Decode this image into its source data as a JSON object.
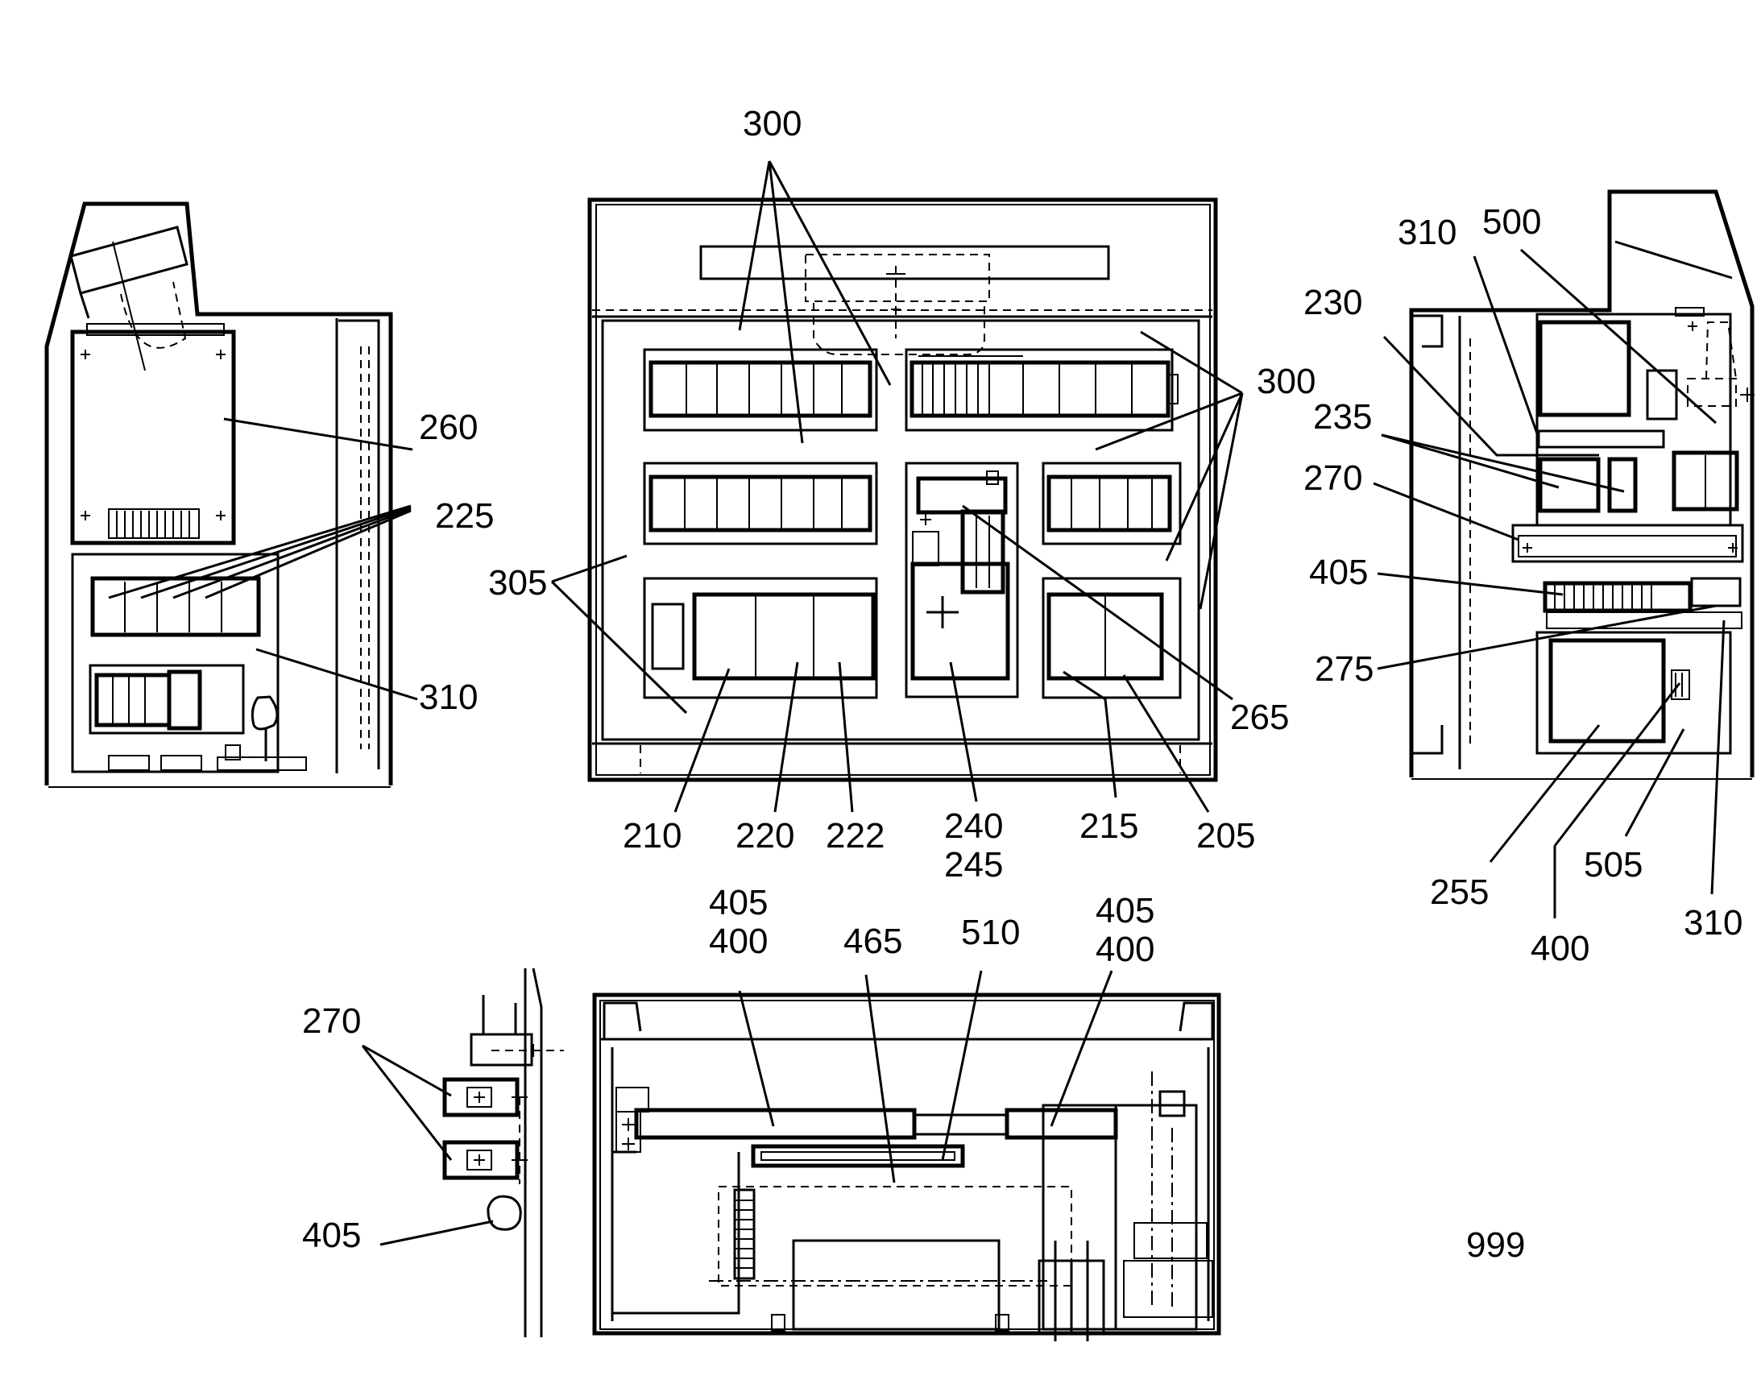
{
  "figure": {
    "background": "#ffffff",
    "ink": "#000000"
  },
  "left_view": {
    "labels": {
      "l260": "260",
      "l225": "225",
      "l310": "310"
    }
  },
  "front_view": {
    "labels": {
      "top300": "300",
      "right300": "300",
      "l305": "305",
      "l265": "265",
      "l210": "210",
      "l220": "220",
      "l222": "222",
      "l240": "240",
      "l245": "245",
      "l215": "215",
      "l205": "205"
    }
  },
  "right_view": {
    "labels": {
      "l310a": "310",
      "l500": "500",
      "l230": "230",
      "l235": "235",
      "l270": "270",
      "l405": "405",
      "l275": "275",
      "l255": "255",
      "l400": "400",
      "l505": "505",
      "l310b": "310"
    }
  },
  "bottom_view": {
    "labels": {
      "l405a": "405",
      "l400a": "400",
      "l465": "465",
      "l510": "510",
      "l405b": "405",
      "l400b": "400",
      "l270": "270",
      "l405c": "405"
    }
  },
  "figure_number": "999"
}
